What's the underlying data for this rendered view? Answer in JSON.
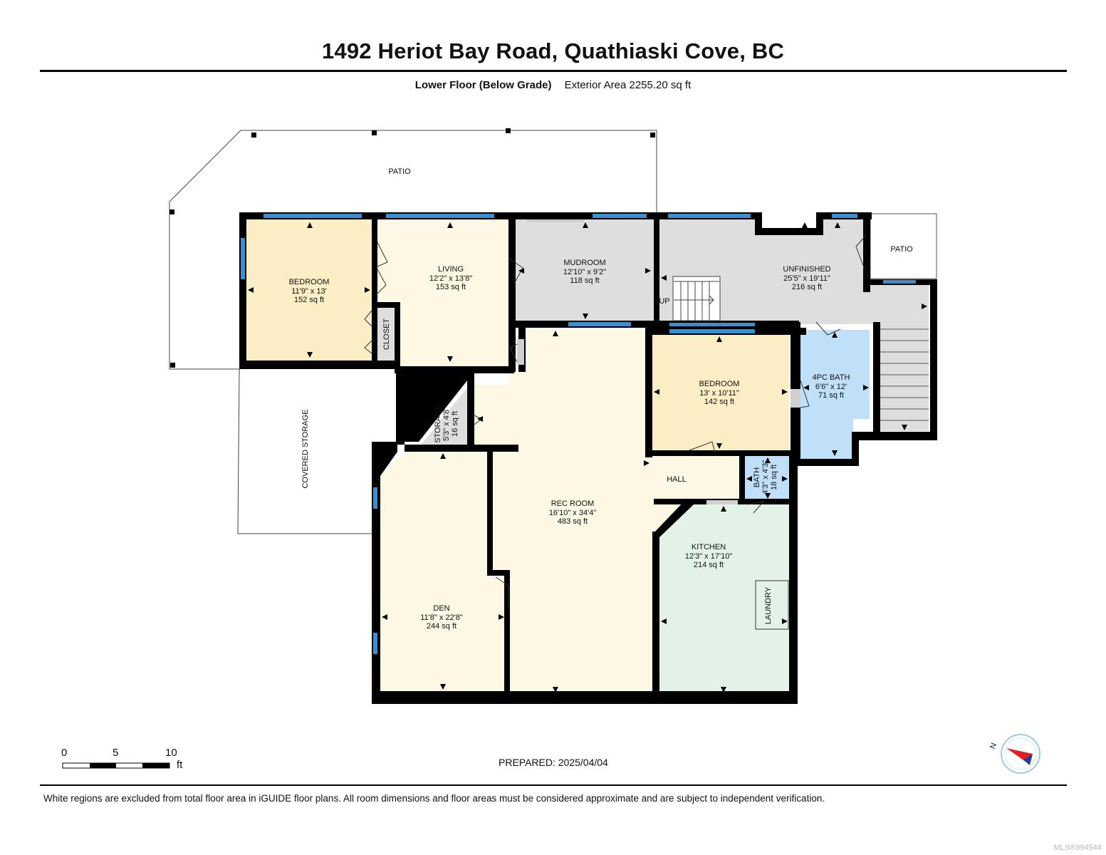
{
  "header": {
    "title": "1492 Heriot Bay Road, Quathiaski Cove, BC",
    "floor_label": "Lower Floor (Below Grade)",
    "area_label": "Exterior Area 2255.20 sq ft"
  },
  "rooms": {
    "patio_top": {
      "name": "PATIO"
    },
    "patio_right": {
      "name": "PATIO"
    },
    "bedroom1": {
      "name": "BEDROOM",
      "dims": "11'9\" x 13'",
      "area": "152 sq ft"
    },
    "living": {
      "name": "LIVING",
      "dims": "12'2\" x 13'8\"",
      "area": "153 sq ft"
    },
    "mudroom": {
      "name": "MUDROOM",
      "dims": "12'10\" x 9'2\"",
      "area": "118 sq ft"
    },
    "unfinished": {
      "name": "UNFINISHED",
      "dims": "25'5\" x 19'11\"",
      "area": "216 sq ft"
    },
    "closet": {
      "name": "CLOSET"
    },
    "up_label": "UP",
    "bedroom2": {
      "name": "BEDROOM",
      "dims": "13' x 10'11\"",
      "area": "142 sq ft"
    },
    "bath4pc": {
      "name": "4PC BATH",
      "dims": "6'6\" x 12'",
      "area": "71 sq ft"
    },
    "storage": {
      "name": "STORAGE",
      "dims": "5'3\" x 4'8\"",
      "area": "16 sq ft"
    },
    "covered_storage": {
      "name": "COVERED STORAGE"
    },
    "hall": {
      "name": "HALL"
    },
    "bath": {
      "name": "BATH",
      "dims": "4'3\" x 4'3\"",
      "area": "18 sq ft"
    },
    "rec_room": {
      "name": "REC ROOM",
      "dims": "16'10\" x 34'4\"",
      "area": "483 sq ft"
    },
    "kitchen": {
      "name": "KITCHEN",
      "dims": "12'3\" x 17'10\"",
      "area": "214 sq ft"
    },
    "laundry": {
      "name": "LAUNDRY"
    },
    "den": {
      "name": "DEN",
      "dims": "11'8\" x 22'8\"",
      "area": "244 sq ft"
    }
  },
  "scale": {
    "ticks": [
      "0",
      "5",
      "10"
    ],
    "unit": "ft"
  },
  "compass": {
    "label": "N"
  },
  "prepared": "PREPARED: 2025/04/04",
  "footer": "White regions are excluded from total floor area in iGUIDE floor plans. All room dimensions and floor areas must be considered approximate and are subject to independent verification.",
  "mls": "MLS®994944",
  "colors": {
    "wall": "#000000",
    "window": "#3b8fd0",
    "bedroom": "#fbedc4",
    "living": "#fdf8e3",
    "utility": "#dedede",
    "bath": "#bfe0f8",
    "kitchen": "#e3f2e7",
    "door": "#cfcfcf"
  }
}
